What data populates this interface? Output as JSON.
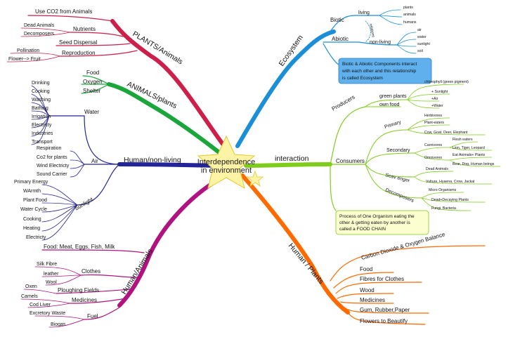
{
  "center": {
    "line1": "Interdependence",
    "line2": "in environment"
  },
  "colors": {
    "plants": "#cc1f4a",
    "animals": "#1aa63a",
    "human": "#23239a",
    "humanAnimals": "#b0137f",
    "ecosystem": "#1a8fd8",
    "interaction": "#7fcc1a",
    "humanPlants": "#ff6a00",
    "star": "#fff3a6",
    "starEdge": "#e0c830"
  },
  "branches": {
    "plants": {
      "label": "PLANTS/Animals",
      "use": "Use CO2 from Animals",
      "nutrients": "Nutrients",
      "deadAnimals": "Dead Animals",
      "decomposers": "Decomposers",
      "seed": "Seed Dispersal",
      "reproduction": "Reproduction",
      "pollination": "Pollination",
      "flower": "Flower--> Fruit"
    },
    "animals": {
      "label": "ANIMALS/plants",
      "food": "Food",
      "oxygen": "Oxygen",
      "shelter": "Shelter"
    },
    "human": {
      "label": "Human/non-living",
      "water": "Water",
      "waterItems": [
        "Drinking",
        "Cooking",
        "Washing",
        "Bathing",
        "Irrigation",
        "Electricty",
        "Industries",
        "Transport"
      ],
      "air": "Air",
      "airItems": [
        "Respiration",
        "Co2 for plants",
        "Wind Electricty",
        "Sound Carrier"
      ],
      "sunlight": "Sunlight",
      "sunItems": [
        "Primary Energy",
        "WArmth",
        "Plant Food",
        "Water Cycle",
        "Cooking",
        "Heating",
        "Electricty"
      ]
    },
    "humanAnimals": {
      "label": "Human/Animals",
      "food": "Food: Meat, Eggs, Fish, Milk",
      "clothes": "Clothes",
      "clothesItems": [
        "Silk Fibre",
        "leather",
        "Wool"
      ],
      "ploughing": "Ploughing Fields",
      "oxen": "Oxen",
      "medicines": "Medicines",
      "medItems": [
        "Camels",
        "Cod Liver"
      ],
      "fuel": "Fuel",
      "fuelItems": [
        "Excretory Waste",
        "Biogas"
      ]
    },
    "ecosystem": {
      "label": "Ecosystem",
      "biotic": "Biotic",
      "living": "living",
      "livingItems": [
        "plants",
        "animals",
        "humans"
      ],
      "relation": "relations",
      "abiotic": "Abiotic",
      "nonLiving": "non-living",
      "nonLivingItems": [
        "air",
        "water",
        "sunlight",
        "soil"
      ],
      "note": [
        "Biotic & Abiotic Components interact",
        "with each other and this relationship",
        "is called Ecosystem"
      ]
    },
    "interaction": {
      "label": "interaction",
      "producers": "Producers",
      "greenPlants": "green plants",
      "ownFood": "own food",
      "prodItems": [
        "chlorophyll (green pigment)",
        "+ Sunlight",
        "+Air",
        "+Water"
      ],
      "consumers": "Consumers",
      "primary": "Primary",
      "primaryItems": [
        "Herbivores",
        "Plant-eaters",
        "Cow, Goat, Deer, Elephant"
      ],
      "secondary": "Secondary",
      "carnivores": "Carnivores",
      "carnItems": [
        "Flesh eaters",
        "Lion, Tiger, Leopard"
      ],
      "omnivores": "Omnivores",
      "omniItems": [
        "Eat Animals+ Plants",
        "Bear, Dog, Human beings"
      ],
      "scavenger": "Scav enger",
      "scavItems": [
        "Dead Animals",
        "Vulture, Hyaena, Crow, Jackal"
      ],
      "decomposers": "Decomposers",
      "decItems": [
        "Micro Organisms",
        "Dead+Decaying Plants",
        "Fungi, Bacteria"
      ],
      "note": [
        "Process of One Organism eating the",
        "other & getting eaten by another is",
        "called a FOOD CHAIN"
      ]
    },
    "humanPlants": {
      "label": "Human / Plants",
      "items": [
        "Carbon Dioxide & Oxygen Balance",
        "Food",
        "Fibres for Clothes",
        "Wood",
        "Medicines",
        "Gum, Rubber,Paper",
        "Flowers to Beautify"
      ]
    }
  }
}
